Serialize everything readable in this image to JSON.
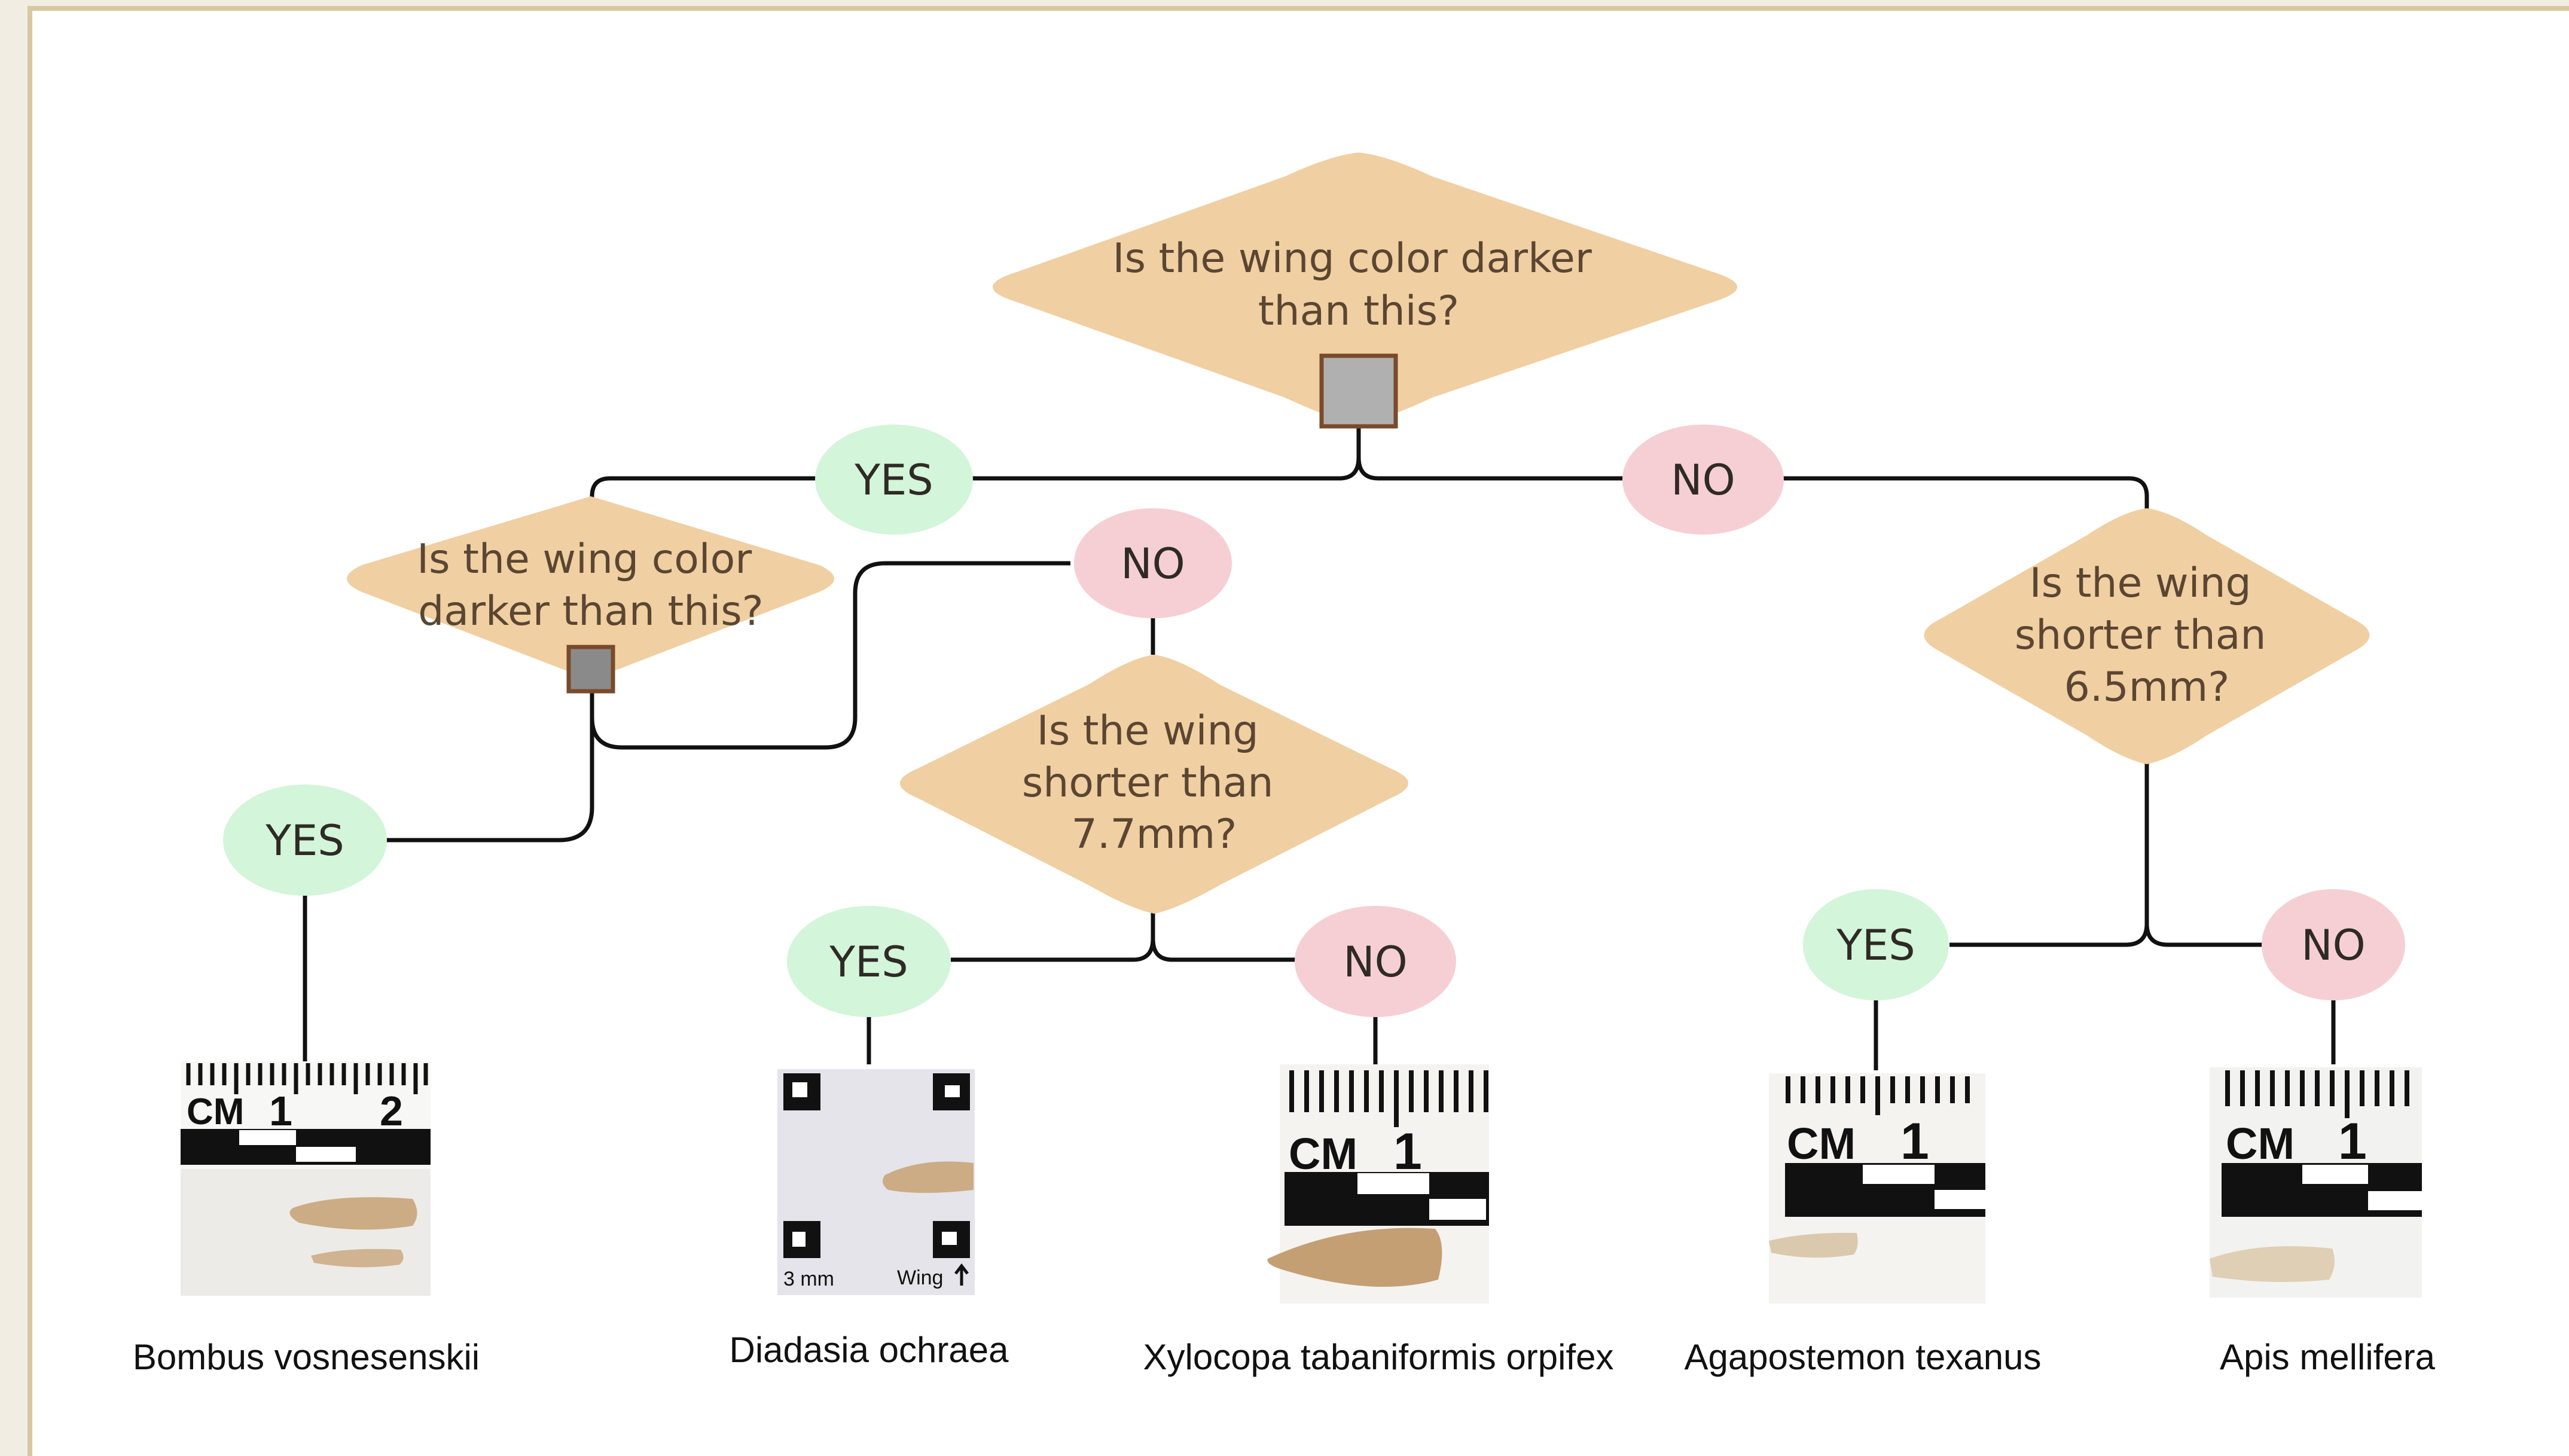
{
  "colors": {
    "decision_fill": "#f0cfa2",
    "yes_fill": "#d3f5d9",
    "no_fill": "#f6cfd4",
    "swatch_top": "#b0b0b0",
    "swatch_mid": "#8a8a8a",
    "swatch_border": "#7a4a2a",
    "frame_border": "#d9c7a0",
    "connector": "#111111"
  },
  "decisions": {
    "root": {
      "lines": [
        "Is the wing color darker",
        "than this?"
      ],
      "swatch": "color-swatch"
    },
    "left": {
      "lines": [
        "Is the wing color",
        "darker than this?"
      ],
      "swatch": "color-swatch"
    },
    "middle": {
      "lines": [
        "Is the wing",
        "shorter than",
        "7.7mm?"
      ]
    },
    "right": {
      "lines": [
        "Is the wing",
        "shorter than",
        "6.5mm?"
      ]
    }
  },
  "branches": {
    "root_yes": "YES",
    "root_no": "NO",
    "left_yes": "YES",
    "left_no": "NO",
    "middle_yes": "YES",
    "middle_no": "NO",
    "right_yes": "YES",
    "right_no": "NO"
  },
  "species": [
    {
      "name": "Bombus vosnesenskii",
      "ruler": {
        "unit": "CM",
        "marks": [
          "1",
          "2"
        ]
      }
    },
    {
      "name": "Diadasia ochraea",
      "tag_left": "3 mm",
      "tag_right": "Wing"
    },
    {
      "name": "Xylocopa tabaniformis orpifex",
      "ruler": {
        "unit": "CM",
        "marks": [
          "1"
        ]
      }
    },
    {
      "name": "Agapostemon texanus",
      "ruler": {
        "unit": "CM",
        "marks": [
          "1"
        ]
      }
    },
    {
      "name": "Apis mellifera",
      "ruler": {
        "unit": "CM",
        "marks": [
          "1"
        ]
      }
    }
  ]
}
